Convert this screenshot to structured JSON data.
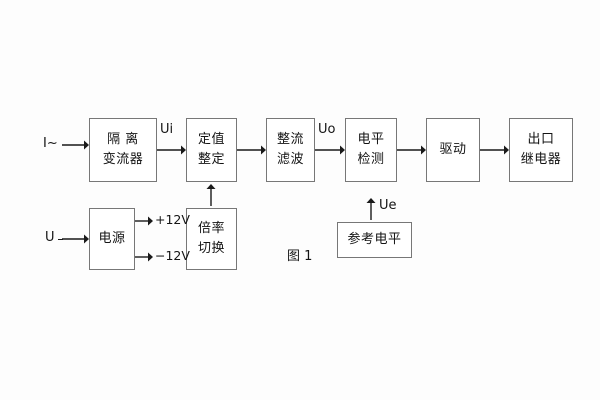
{
  "figure": {
    "caption": "图 1",
    "background_color": "#fdfdfd",
    "box_border_color": "#777777",
    "line_color": "#1a1a1a",
    "text_color": "#141414"
  },
  "blocks": [
    {
      "id": "isolation-transformer",
      "line1": "隔 离",
      "line2": "变流器"
    },
    {
      "id": "setting-value",
      "line1": "定值",
      "line2": "整定"
    },
    {
      "id": "rectifier-filter",
      "line1": "整流",
      "line2": "滤波"
    },
    {
      "id": "level-detection",
      "line1": "电平",
      "line2": "检测"
    },
    {
      "id": "drive",
      "line1": "驱动",
      "line2": ""
    },
    {
      "id": "output-relay",
      "line1": "出口",
      "line2": "继电器"
    },
    {
      "id": "power-supply",
      "line1": "电源",
      "line2": ""
    },
    {
      "id": "multiplier-switch",
      "line1": "倍率",
      "line2": "切换"
    },
    {
      "id": "reference-level",
      "line1": "参考电平",
      "line2": ""
    }
  ],
  "signals": {
    "current_input": "I~",
    "voltage_input": "U",
    "ui": "Ui",
    "uo": "Uo",
    "ue": "Ue",
    "supply_positive": "+12V",
    "supply_negative": "−12V"
  }
}
